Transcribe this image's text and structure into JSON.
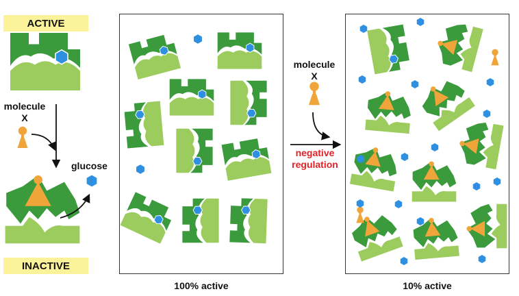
{
  "labels": {
    "active": "ACTIVE",
    "inactive": "INACTIVE",
    "molecule_left_line1": "molecule",
    "molecule_left_line2": "X",
    "glucose": "glucose",
    "molecule_mid_line1": "molecule",
    "molecule_mid_line2": "X",
    "negative_line1": "negative",
    "negative_line2": "regulation",
    "panel_left_caption": "100% active",
    "panel_right_caption": "10% active"
  },
  "colors": {
    "dark_green": "#3a9a3c",
    "light_green": "#9ccc5d",
    "glucose_blue": "#2f8fe0",
    "molecule_orange": "#f0a53a",
    "banner_yellow": "#fbf29a",
    "regulation_red": "#e32228"
  }
}
